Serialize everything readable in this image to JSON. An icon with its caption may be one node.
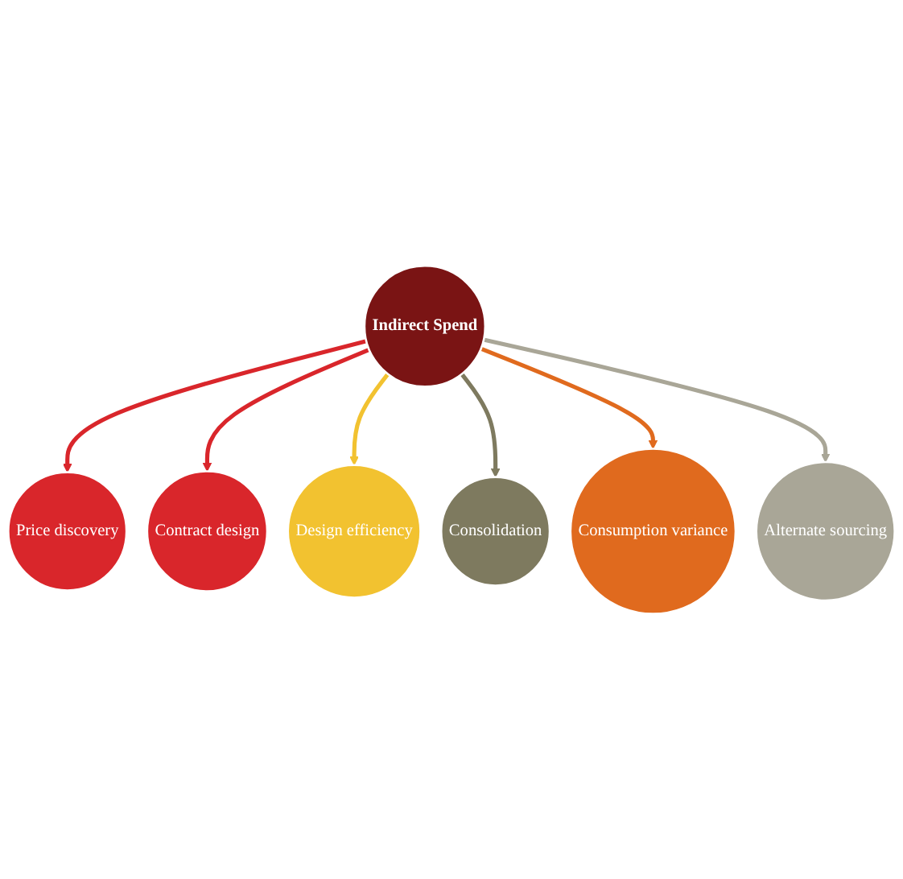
{
  "diagram": {
    "nodes": [
      {
        "text": [
          "Price discovery"
        ]
      },
      {
        "text": [
          "Contract design"
        ]
      },
      {
        "text": [
          "Design efficiency"
        ]
      },
      {
        "text": [
          "Indirect Spend"
        ]
      },
      {
        "text": [
          "Consolidation"
        ]
      },
      {
        "text": [
          "Consumption variance"
        ]
      },
      {
        "text": [
          "Alternate sourcing"
        ]
      }
    ],
    "edges": [
      {
        "from": 3,
        "to": 0,
        "arrow": "to",
        "color": "#d9262b"
      },
      {
        "from": 3,
        "to": 1,
        "arrow": "to",
        "color": "#d9262b"
      },
      {
        "from": 3,
        "to": 2,
        "arrow": "to",
        "color": "#f2c230"
      },
      {
        "from": 3,
        "to": 4,
        "arrow": "to",
        "color": "#7e7a5f"
      },
      {
        "from": 3,
        "to": 5,
        "arrow": "to",
        "color": "#e06a1e"
      },
      {
        "from": 3,
        "to": 6,
        "arrow": "to",
        "color": "#a9a697"
      }
    ]
  }
}
